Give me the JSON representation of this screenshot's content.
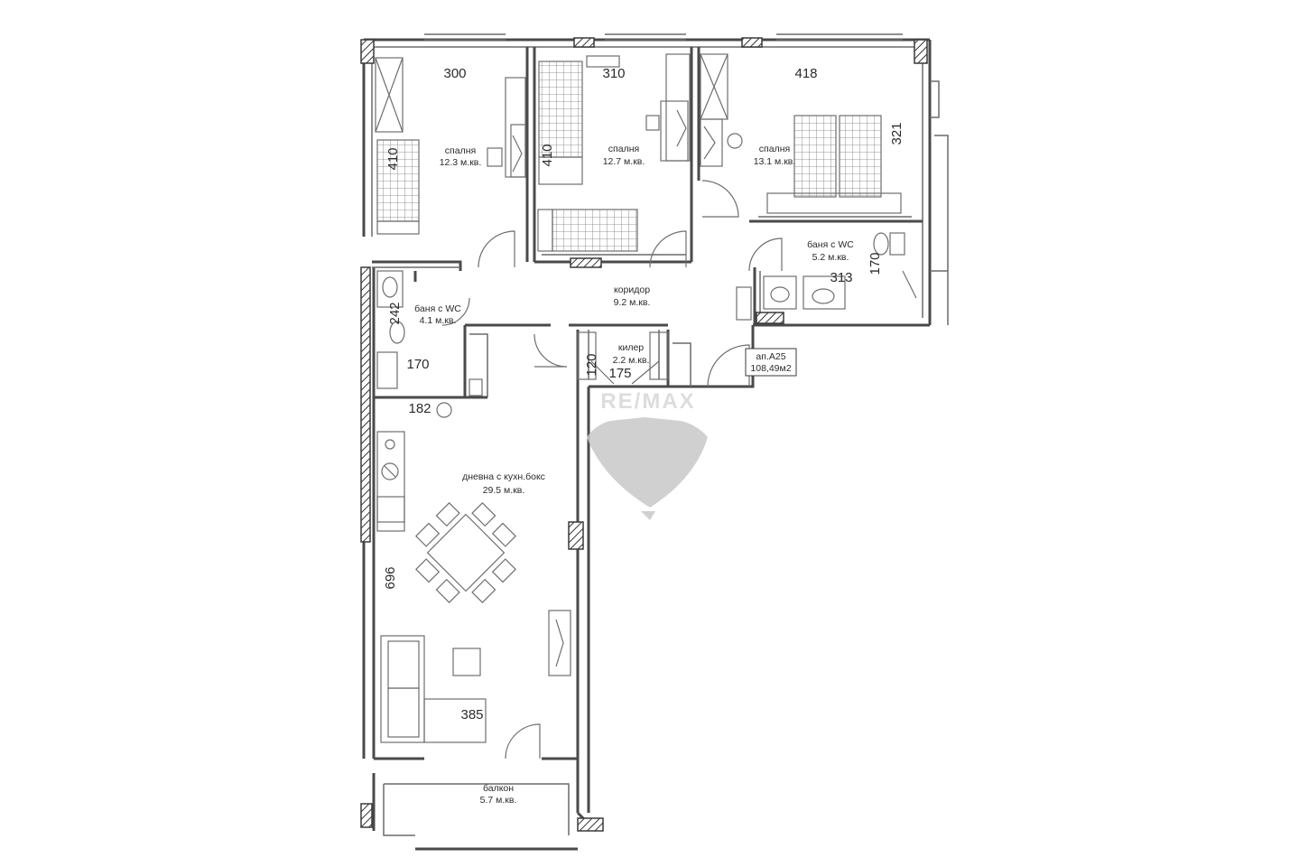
{
  "apartment": {
    "id": "ап.A25",
    "area": "108,49м2"
  },
  "rooms": {
    "bedroom1": {
      "name": "спалня",
      "area": "12.3 м.кв."
    },
    "bedroom2": {
      "name": "спалня",
      "area": "12.7 м.кв."
    },
    "bedroom3": {
      "name": "спалня",
      "area": "13.1 м.кв."
    },
    "bath_right": {
      "name": "баня с WC",
      "area": "5.2 м.кв."
    },
    "corridor": {
      "name": "коридор",
      "area": "9.2 м.кв."
    },
    "bath_left": {
      "name": "баня с WC",
      "area": "4.1 м.кв."
    },
    "storage": {
      "name": "килер",
      "area": "2.2 м.кв."
    },
    "living": {
      "name": "дневна с кухн.бокс",
      "area": "29.5 м.кв."
    },
    "balcony": {
      "name": "балкон",
      "area": "5.7 м.кв."
    }
  },
  "dimensions": {
    "d300": "300",
    "d310": "310",
    "d418": "418",
    "d410a": "410",
    "d410b": "410",
    "d321": "321",
    "d313": "313",
    "d170a": "170",
    "d242": "242",
    "d170b": "170",
    "d120": "120",
    "d175": "175",
    "d182": "182",
    "d696": "696",
    "d385": "385"
  },
  "watermark": {
    "text": "RE/MAX",
    "color": "#c8c8c8"
  }
}
